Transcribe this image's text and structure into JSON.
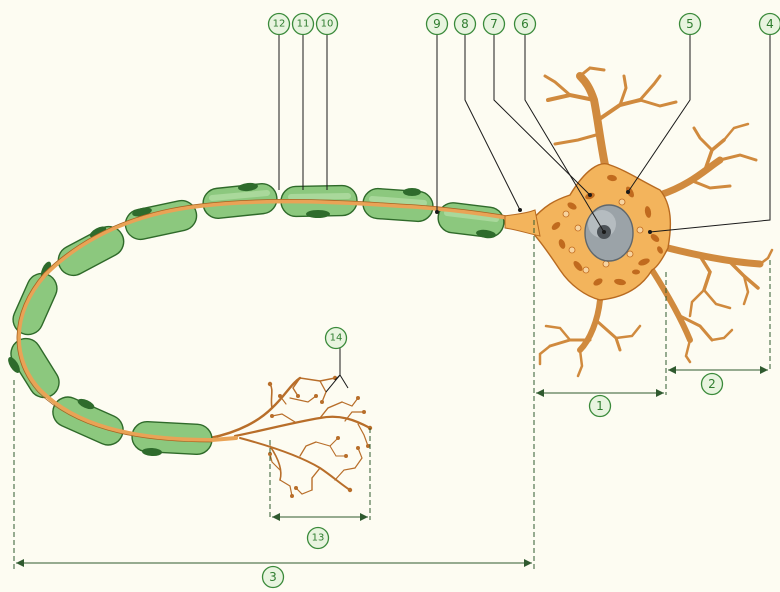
{
  "colors": {
    "background": "#fdfcf2",
    "myelin_fill": "#8cc87e",
    "myelin_stroke": "#2f6a2a",
    "schwann_nucleus": "#2e6b2c",
    "cell_body": "#f3b45c",
    "cell_body_stroke": "#b86a20",
    "organelle": "#c06a1e",
    "nucleus": "#9ba3a8",
    "nucleolus": "#4d5358",
    "axon": "#e9a356",
    "dendrite": "#d08a3e",
    "terminal": "#b86e2a",
    "label_ring": "#3a8a3a",
    "label_fill": "#e8f4df",
    "dimension_line": "#2f5a2f"
  },
  "labels": [
    {
      "id": 1,
      "text": "1"
    },
    {
      "id": 2,
      "text": "2"
    },
    {
      "id": 3,
      "text": "3"
    },
    {
      "id": 4,
      "text": "4"
    },
    {
      "id": 5,
      "text": "5"
    },
    {
      "id": 6,
      "text": "6"
    },
    {
      "id": 7,
      "text": "7"
    },
    {
      "id": 8,
      "text": "8"
    },
    {
      "id": 9,
      "text": "9"
    },
    {
      "id": 10,
      "text": "10"
    },
    {
      "id": 11,
      "text": "11"
    },
    {
      "id": 12,
      "text": "12"
    },
    {
      "id": 13,
      "text": "13"
    },
    {
      "id": 14,
      "text": "14"
    }
  ]
}
